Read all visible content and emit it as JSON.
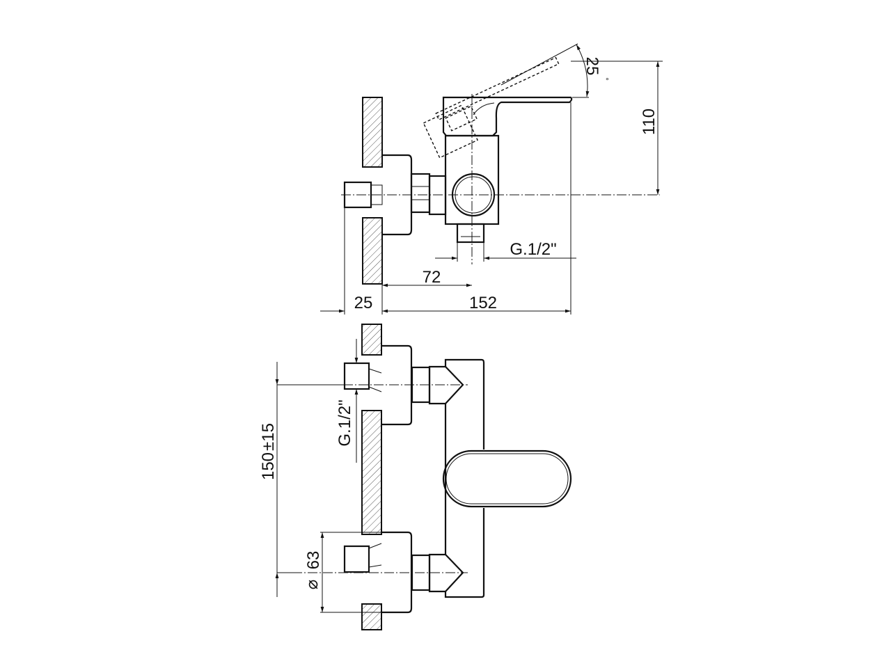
{
  "side_view": {
    "dim_angle": "25",
    "dim_angle_unit": "°",
    "dim_height": "110",
    "dim_outlet_thread": "G.1/2\"",
    "dim_axis_offset": "72",
    "dim_wall": "25",
    "dim_depth": "152"
  },
  "front_view": {
    "dim_centers": "150",
    "dim_tolerance": "±15",
    "dim_inlet_thread": "G.1/2\"",
    "dim_flange_diameter": "63",
    "diameter_symbol": "⌀"
  }
}
